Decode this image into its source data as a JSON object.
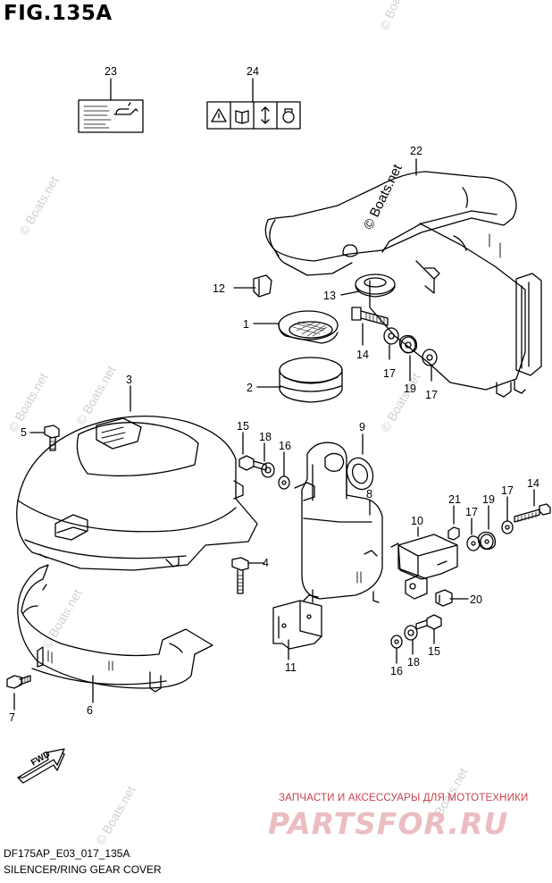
{
  "figure": {
    "title": "FIG.135A",
    "code": "DF175AP_E03_017_135A",
    "name": "SILENCER/RING GEAR COVER"
  },
  "watermark": {
    "text": "© Boats.net"
  },
  "partsfor": {
    "subtitle": "ЗАПЧАСТИ И АКСЕССУАРЫ ДЛЯ МОТОТЕХНИКИ",
    "logo": "PARTSFOR.RU"
  },
  "fwd_label": "FWD",
  "callouts": {
    "c1": "1",
    "c2": "2",
    "c3": "3",
    "c4": "4",
    "c5": "5",
    "c6": "6",
    "c7": "7",
    "c8": "8",
    "c9": "9",
    "c10": "10",
    "c11": "11",
    "c12": "12",
    "c13": "13",
    "c14a": "14",
    "c14b": "14",
    "c15a": "15",
    "c15b": "15",
    "c16a": "16",
    "c16b": "16",
    "c17a": "17",
    "c17b": "17",
    "c17c": "17",
    "c17d": "17",
    "c18a": "18",
    "c18b": "18",
    "c19a": "19",
    "c19b": "19",
    "c20": "20",
    "c21": "21",
    "c22": "22",
    "c23": "23",
    "c24": "24"
  }
}
